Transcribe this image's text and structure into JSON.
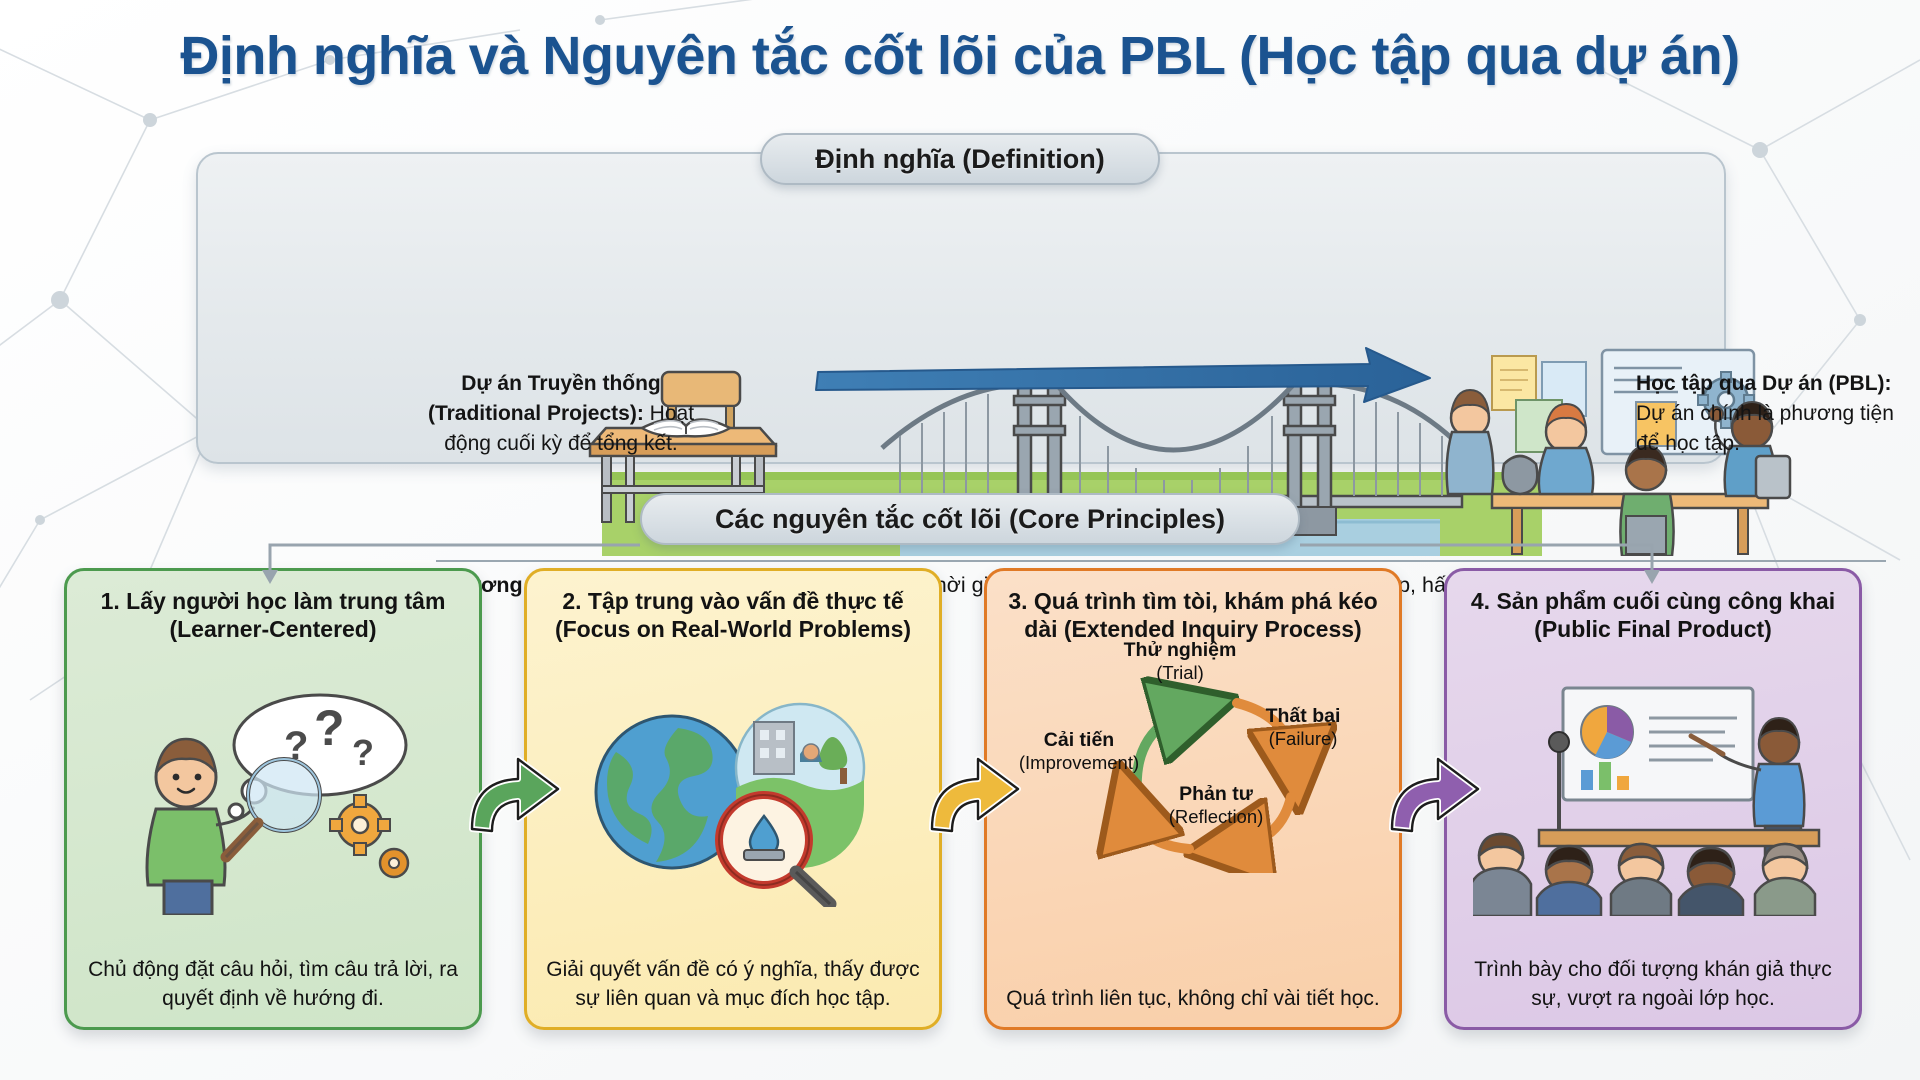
{
  "title": "Định nghĩa và Nguyên tắc cốt lõi của PBL (Học tập qua dự án)",
  "colors": {
    "title": "#1b5390",
    "card1_border": "#4c9a4e",
    "card2_border": "#e0ae26",
    "card3_border": "#e07a26",
    "card4_border": "#8a5ba6",
    "panel_bg": "#e4e9ec",
    "pill_bg": "#cdd6dd"
  },
  "definition": {
    "pill_label": "Định nghĩa (Definition)",
    "left": {
      "heading": "Dự án Truyền thống (Traditional Projects):",
      "body": "Hoạt động cuối kỳ để tổng kết."
    },
    "right": {
      "heading": "Học tập qua Dự án (PBL):",
      "body": "Dự án chính là phương tiện để học tập."
    },
    "method": {
      "label": "Phương pháp giảng dạy:",
      "text": "Học sinh làm việc trong thời gian dài để điều tra và trả lời câu hỏi phức tạp, hấp dẫn, chân thực."
    },
    "arrow_icon": "long-right-arrow-icon",
    "left_illustration": "school-desk-with-open-book-illustration",
    "center_illustration": "suspension-bridge-illustration",
    "right_illustration": "students-collaborating-project-illustration"
  },
  "principles": {
    "pill_label": "Các nguyên tắc cốt lõi (Core Principles)",
    "cards": [
      {
        "id": "learner-centered",
        "title": "1. Lấy người học làm trung tâm (Learner-Centered)",
        "description": "Chủ động đặt câu hỏi, tìm câu trả lời, ra quyết định về hướng đi.",
        "illustration": "boy-with-magnifying-glass-and-question-marks-illustration",
        "accent": "#4c9a4e"
      },
      {
        "id": "real-world-problems",
        "title": "2. Tập trung vào vấn đề thực tế (Focus on Real-World Problems)",
        "description": "Giải quyết vấn đề có ý nghĩa, thấy được sự liên quan và mục đích học tập.",
        "illustration": "globe-community-and-magnifier-illustration",
        "accent": "#e0ae26"
      },
      {
        "id": "extended-inquiry",
        "title": "3. Quá trình tìm tòi, khám phá kéo dài (Extended Inquiry Process)",
        "description": "Quá trình liên tục, không chỉ vài tiết học.",
        "illustration": "inquiry-cycle-diagram",
        "accent": "#e07a26",
        "cycle": [
          {
            "vn": "Thử nghiệm",
            "en": "(Trial)"
          },
          {
            "vn": "Thất bại",
            "en": "(Failure)"
          },
          {
            "vn": "Phản tư",
            "en": "(Reflection)"
          },
          {
            "vn": "Cải tiến",
            "en": "(Improvement)"
          }
        ]
      },
      {
        "id": "public-final-product",
        "title": "4. Sản phẩm cuối cùng công khai (Public Final Product)",
        "description": "Trình bày cho đối tượng khán giả thực sự, vượt ra ngoài lớp học.",
        "illustration": "student-presenting-to-audience-illustration",
        "accent": "#8a5ba6"
      }
    ],
    "connector_icons": [
      "green-curved-arrow-icon",
      "yellow-curved-arrow-icon",
      "purple-curved-arrow-icon"
    ]
  }
}
